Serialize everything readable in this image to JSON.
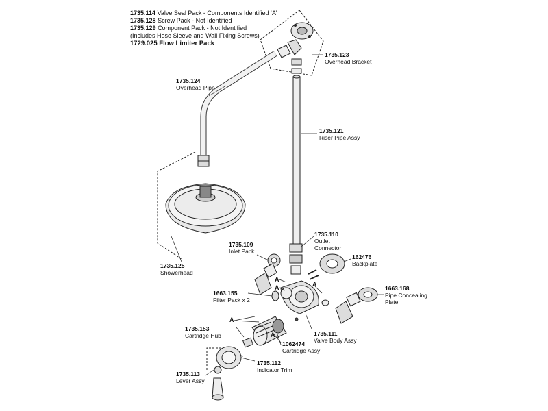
{
  "header": {
    "lines": [
      {
        "code": "1735.114",
        "text": "Valve Seal Pack - Components Identified ‘A’"
      },
      {
        "code": "1735.128",
        "text": "Screw Pack - Not Identified"
      },
      {
        "code": "1735.129",
        "text": "Component Pack - Not Identified"
      }
    ],
    "note": "(Includes Hose Sleeve and Wall Fixing Screws)",
    "flow_limiter": "1729.025 Flow Limiter Pack"
  },
  "parts": [
    {
      "id": "overhead_bracket",
      "code": "1735.123",
      "name": "Overhead Bracket"
    },
    {
      "id": "overhead_pipe",
      "code": "1735.124",
      "name": "Overhead Pipe"
    },
    {
      "id": "riser_pipe",
      "code": "1735.121",
      "name": "Riser Pipe Assy"
    },
    {
      "id": "outlet_connector",
      "code": "1735.110",
      "name": "Outlet",
      "name2": "Connector"
    },
    {
      "id": "inlet_pack",
      "code": "1735.109",
      "name": "Inlet Pack"
    },
    {
      "id": "backplate",
      "code": "162476",
      "name": "Backplate"
    },
    {
      "id": "showerhead",
      "code": "1735.125",
      "name": "Showerhead"
    },
    {
      "id": "filter_pack",
      "code": "1663.155",
      "name": "Filter Pack x 2"
    },
    {
      "id": "pipe_concealing_plate",
      "code": "1663.168",
      "name": "Pipe Concealing",
      "name2": "Plate"
    },
    {
      "id": "cartridge_hub",
      "code": "1735.153",
      "name": "Cartridge Hub"
    },
    {
      "id": "valve_body",
      "code": "1735.111",
      "name": "Valve Body Assy"
    },
    {
      "id": "cartridge_assy",
      "code": "1062474",
      "name": "Cartridge Assy"
    },
    {
      "id": "indicator_trim",
      "code": "1735.112",
      "name": "Indicator Trim"
    },
    {
      "id": "lever_assy",
      "code": "1735.113",
      "name": "Lever Assy"
    }
  ],
  "seal_marker": "A"
}
